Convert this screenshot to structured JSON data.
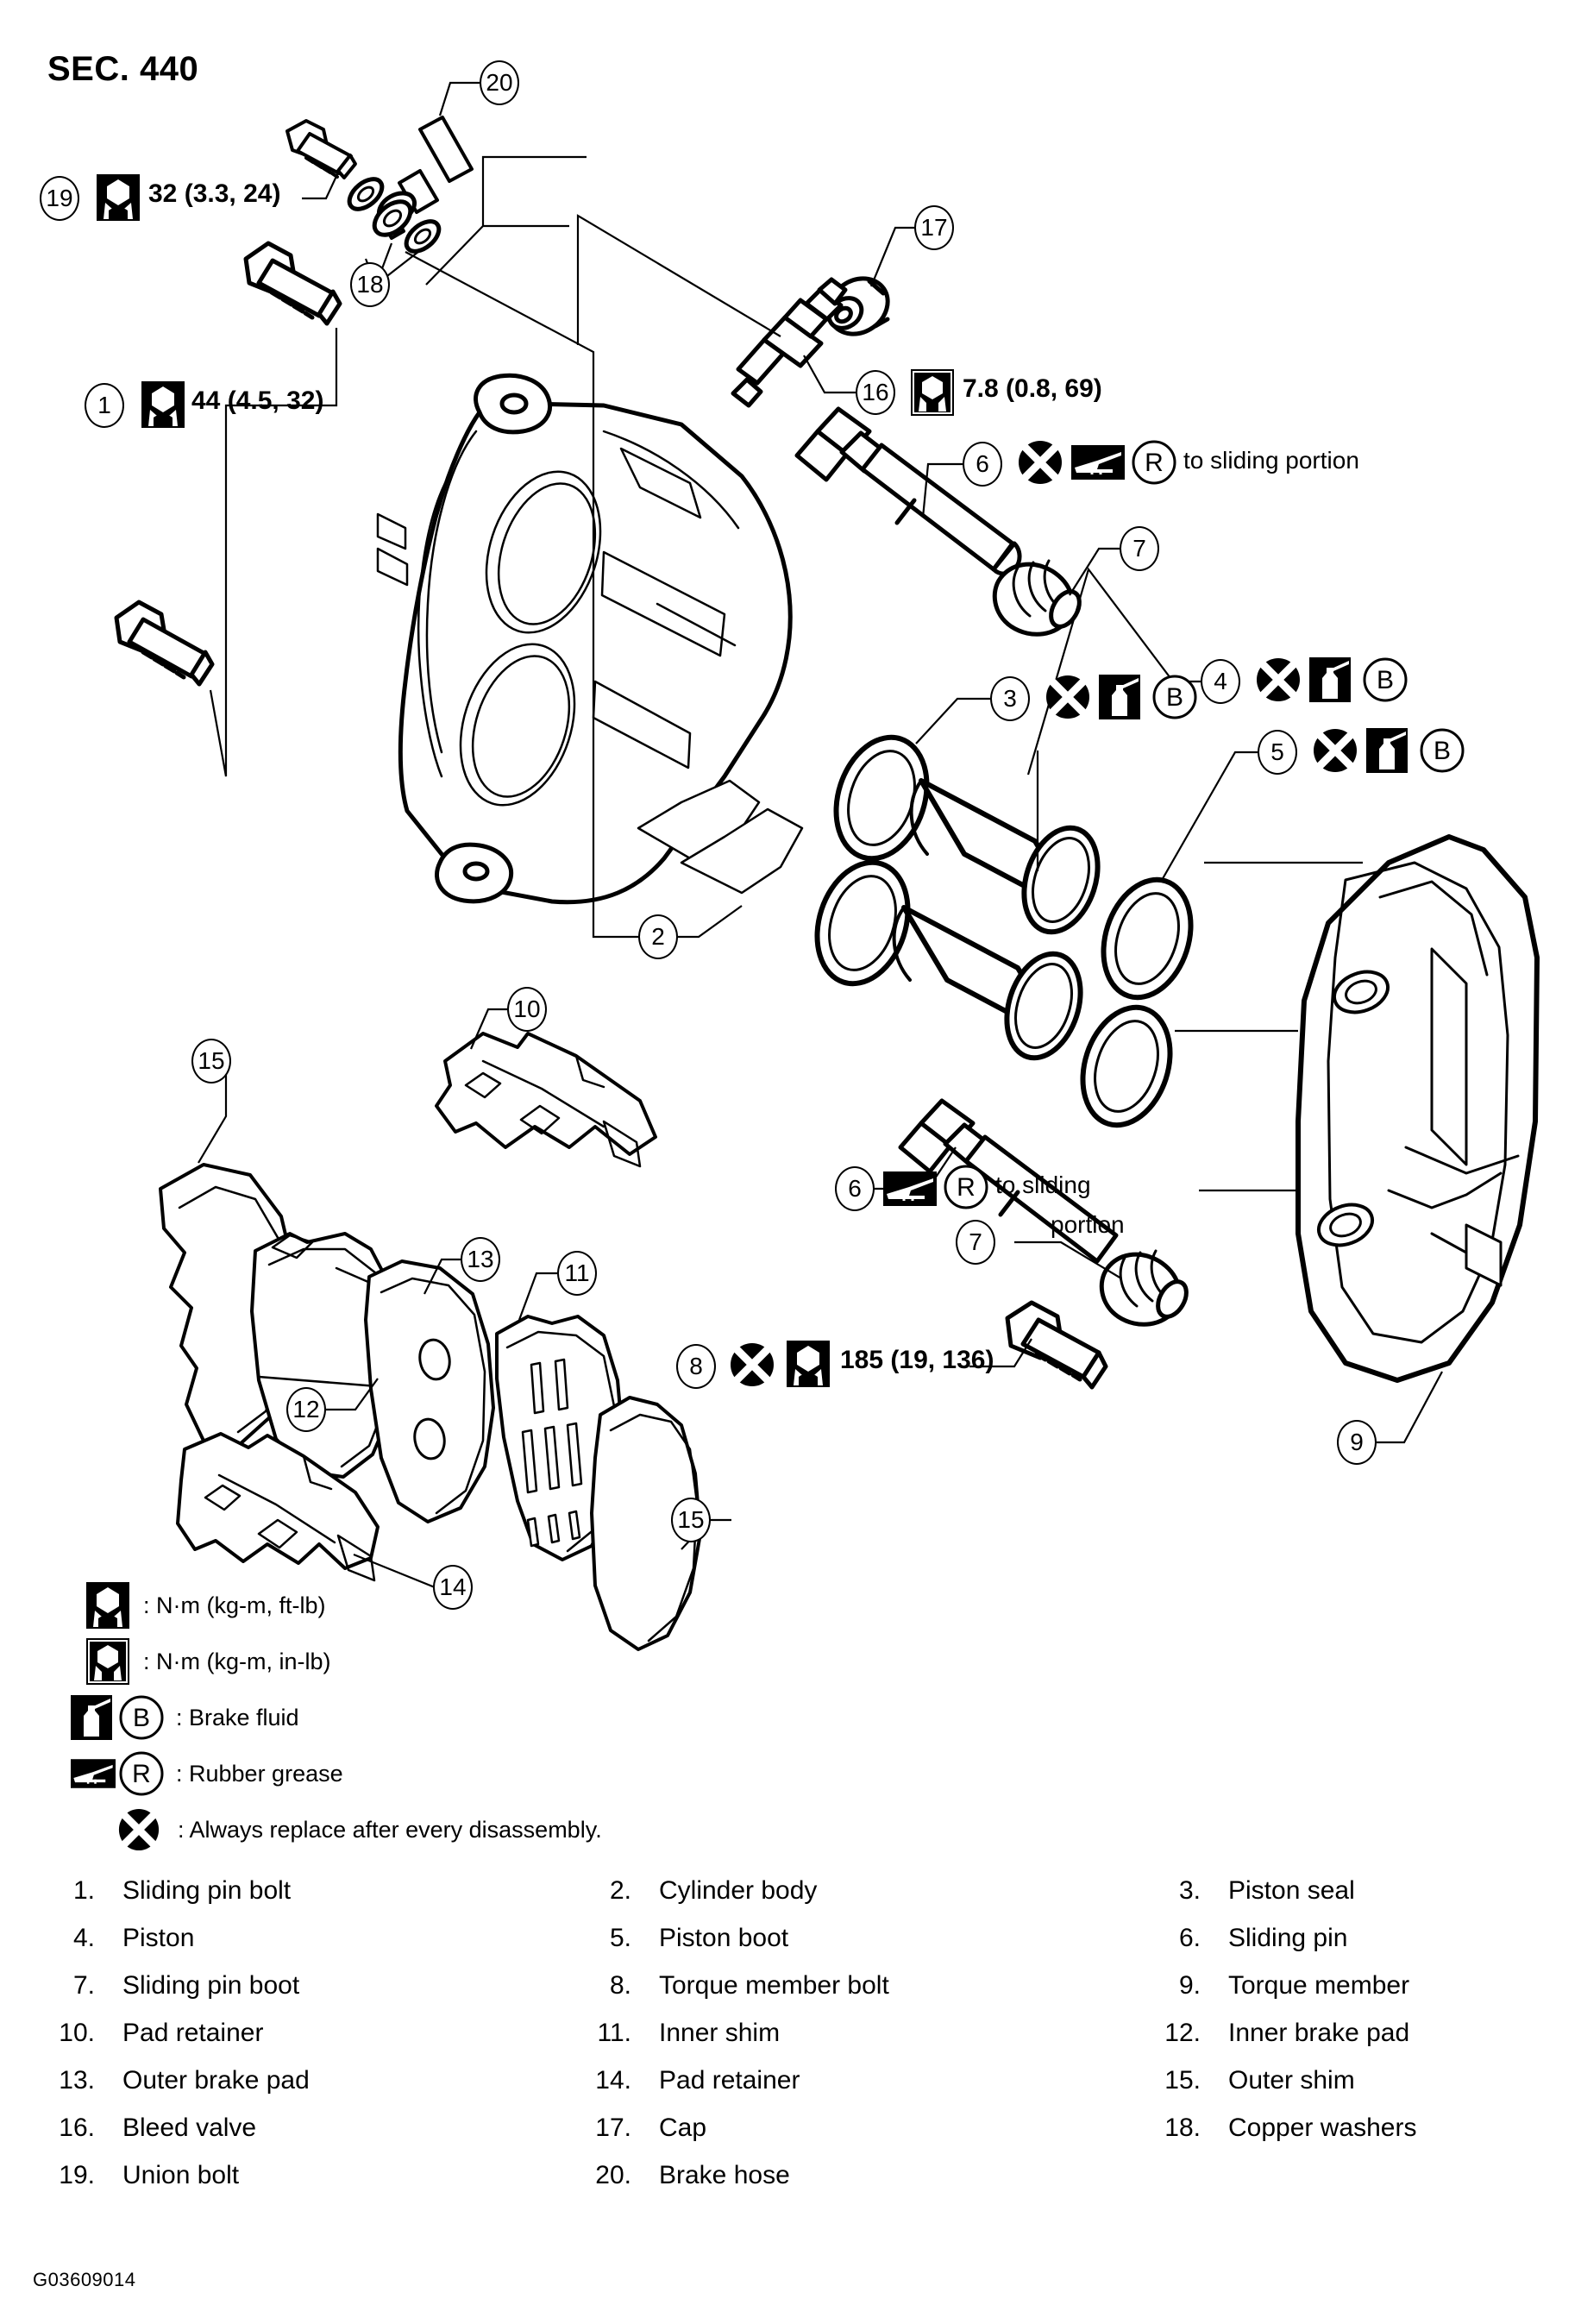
{
  "header": {
    "section_title": "SEC. 440"
  },
  "figure_code": "G03609014",
  "callouts": [
    {
      "id": "1",
      "number": "1",
      "torque": "44 (4.5, 32)",
      "symbols": [
        "torque-ftlb"
      ]
    },
    {
      "id": "2",
      "number": "2",
      "torque": "",
      "symbols": []
    },
    {
      "id": "3",
      "number": "3",
      "torque": "",
      "symbols": [
        "always-replace",
        "brake-fluid",
        "B"
      ]
    },
    {
      "id": "4",
      "number": "4",
      "torque": "",
      "symbols": [
        "always-replace",
        "brake-fluid",
        "B"
      ]
    },
    {
      "id": "5",
      "number": "5",
      "torque": "",
      "symbols": [
        "always-replace",
        "brake-fluid",
        "B"
      ]
    },
    {
      "id": "6a",
      "number": "6",
      "torque": "to sliding portion",
      "symbols": [
        "always-replace",
        "rubber-grease",
        "R"
      ]
    },
    {
      "id": "6b",
      "number": "6",
      "torque": "to sliding\nportion",
      "symbols": [
        "rubber-grease",
        "R"
      ]
    },
    {
      "id": "7a",
      "number": "7",
      "torque": "",
      "symbols": []
    },
    {
      "id": "7b",
      "number": "7",
      "torque": "",
      "symbols": []
    },
    {
      "id": "8",
      "number": "8",
      "torque": "185 (19, 136)",
      "symbols": [
        "always-replace",
        "torque-ftlb"
      ]
    },
    {
      "id": "9",
      "number": "9",
      "torque": "",
      "symbols": []
    },
    {
      "id": "10",
      "number": "10",
      "torque": "",
      "symbols": []
    },
    {
      "id": "11",
      "number": "11",
      "torque": "",
      "symbols": []
    },
    {
      "id": "12",
      "number": "12",
      "torque": "",
      "symbols": []
    },
    {
      "id": "13",
      "number": "13",
      "torque": "",
      "symbols": []
    },
    {
      "id": "14",
      "number": "14",
      "torque": "",
      "symbols": []
    },
    {
      "id": "15a",
      "number": "15",
      "torque": "",
      "symbols": []
    },
    {
      "id": "15b",
      "number": "15",
      "torque": "",
      "symbols": []
    },
    {
      "id": "16",
      "number": "16",
      "torque": "7.8 (0.8, 69)",
      "symbols": [
        "torque-inlb"
      ]
    },
    {
      "id": "17",
      "number": "17",
      "torque": "",
      "symbols": []
    },
    {
      "id": "18",
      "number": "18",
      "torque": "",
      "symbols": [
        "always-replace"
      ]
    },
    {
      "id": "19",
      "number": "19",
      "torque": "32 (3.3, 24)",
      "symbols": [
        "torque-ftlb"
      ]
    },
    {
      "id": "20",
      "number": "20",
      "torque": "",
      "symbols": []
    }
  ],
  "annotations": {
    "torque_19": "32 (3.3, 24)",
    "torque_1": "44 (4.5, 32)",
    "torque_16": "7.8 (0.8, 69)",
    "torque_8": "185 (19, 136)",
    "grease_note_top": "to sliding portion",
    "grease_note_mid_line1": "to sliding",
    "grease_note_mid_line2": "portion"
  },
  "legend": [
    {
      "icon": "torque-ftlb",
      "letter": "",
      "text": ": N·m (kg-m, ft-lb)"
    },
    {
      "icon": "torque-inlb",
      "letter": "",
      "text": ": N·m (kg-m, in-lb)"
    },
    {
      "icon": "brake-fluid",
      "letter": "B",
      "text": ": Brake fluid"
    },
    {
      "icon": "rubber-grease",
      "letter": "R",
      "text": ": Rubber grease"
    },
    {
      "icon": "always-replace",
      "letter": "",
      "text": ": Always replace after every disassembly."
    }
  ],
  "parts_list": [
    [
      {
        "num": "1.",
        "name": "Sliding pin bolt"
      },
      {
        "num": "2.",
        "name": "Cylinder body"
      },
      {
        "num": "3.",
        "name": "Piston seal"
      }
    ],
    [
      {
        "num": "4.",
        "name": "Piston"
      },
      {
        "num": "5.",
        "name": "Piston boot"
      },
      {
        "num": "6.",
        "name": "Sliding pin"
      }
    ],
    [
      {
        "num": "7.",
        "name": "Sliding pin boot"
      },
      {
        "num": "8.",
        "name": "Torque member bolt"
      },
      {
        "num": "9.",
        "name": "Torque member"
      }
    ],
    [
      {
        "num": "10.",
        "name": "Pad retainer"
      },
      {
        "num": "11.",
        "name": "Inner shim"
      },
      {
        "num": "12.",
        "name": "Inner brake pad"
      }
    ],
    [
      {
        "num": "13.",
        "name": "Outer brake pad"
      },
      {
        "num": "14.",
        "name": "Pad retainer"
      },
      {
        "num": "15.",
        "name": "Outer shim"
      }
    ],
    [
      {
        "num": "16.",
        "name": "Bleed valve"
      },
      {
        "num": "17.",
        "name": "Cap"
      },
      {
        "num": "18.",
        "name": "Copper washers"
      }
    ],
    [
      {
        "num": "19.",
        "name": "Union bolt"
      },
      {
        "num": "20.",
        "name": "Brake hose"
      },
      {
        "num": "",
        "name": ""
      }
    ]
  ],
  "colors": {
    "ink": "#000000",
    "paper": "#ffffff"
  }
}
